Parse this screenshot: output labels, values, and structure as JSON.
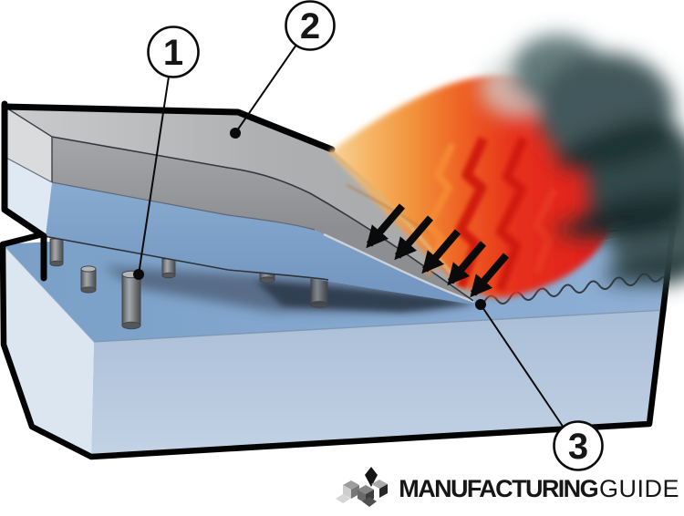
{
  "illustration": {
    "type": "technical-illustration",
    "alt": "Two plates separated by support pins; a flame heats the top sheet, which sags and collapses onto the lower plate",
    "callouts": [
      {
        "number": "1"
      },
      {
        "number": "2"
      },
      {
        "number": "3"
      }
    ]
  },
  "logo": {
    "brand_primary": "MANUFACTURING",
    "brand_secondary": "GUIDE"
  },
  "colors": {
    "outline_black": "#0a0a0a",
    "plate_blue_top": "#86a9d0",
    "plate_blue_front": "#b6c9df",
    "plate_blue_side": "#dde7f2",
    "slab_gray_top": "#b2b4b6",
    "slab_gray_front": "#97999c",
    "pin_gray": "#8e9295",
    "flame_red": "#e2241c",
    "flame_orange": "#f0802c",
    "flame_highlight": "#f6b868",
    "smoke_teal": "#3c5457",
    "logo_black": "#161616"
  }
}
